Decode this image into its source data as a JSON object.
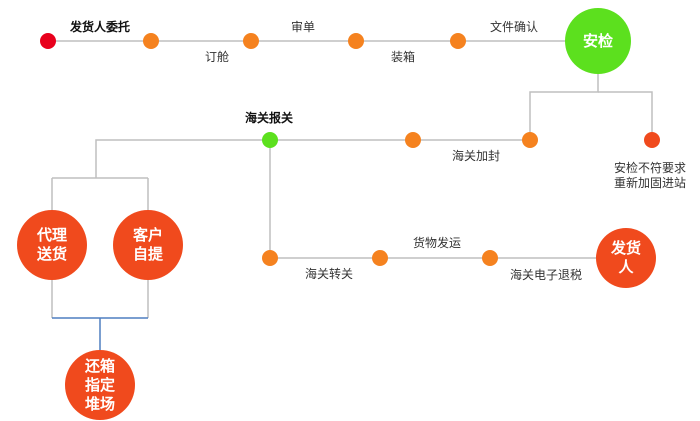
{
  "colors": {
    "orange": "#F5821F",
    "red_orange": "#F04A1D",
    "red": "#E8001C",
    "green": "#5CE01E",
    "line_gray": "#BFBFBF",
    "line_blue": "#4F7FC0"
  },
  "top_flow": {
    "start": "发货人委托",
    "book": "订舱",
    "review": "审单",
    "pack": "装箱",
    "confirm": "文件确认",
    "inspection": "安检"
  },
  "inspection_branch": {
    "fail_note_line1": "安检不符要求",
    "fail_note_line2": "重新加固进站"
  },
  "customs": {
    "declare": "海关报关",
    "seal": "海关加封",
    "transfer": "海关转关",
    "dispatch": "货物发运",
    "tax_refund": "海关电子退税",
    "shipper": "发货\n人"
  },
  "delivery": {
    "agent": "代理\n送货",
    "customer": "客户\n自提",
    "return": "还箱\n指定\n堆场"
  }
}
